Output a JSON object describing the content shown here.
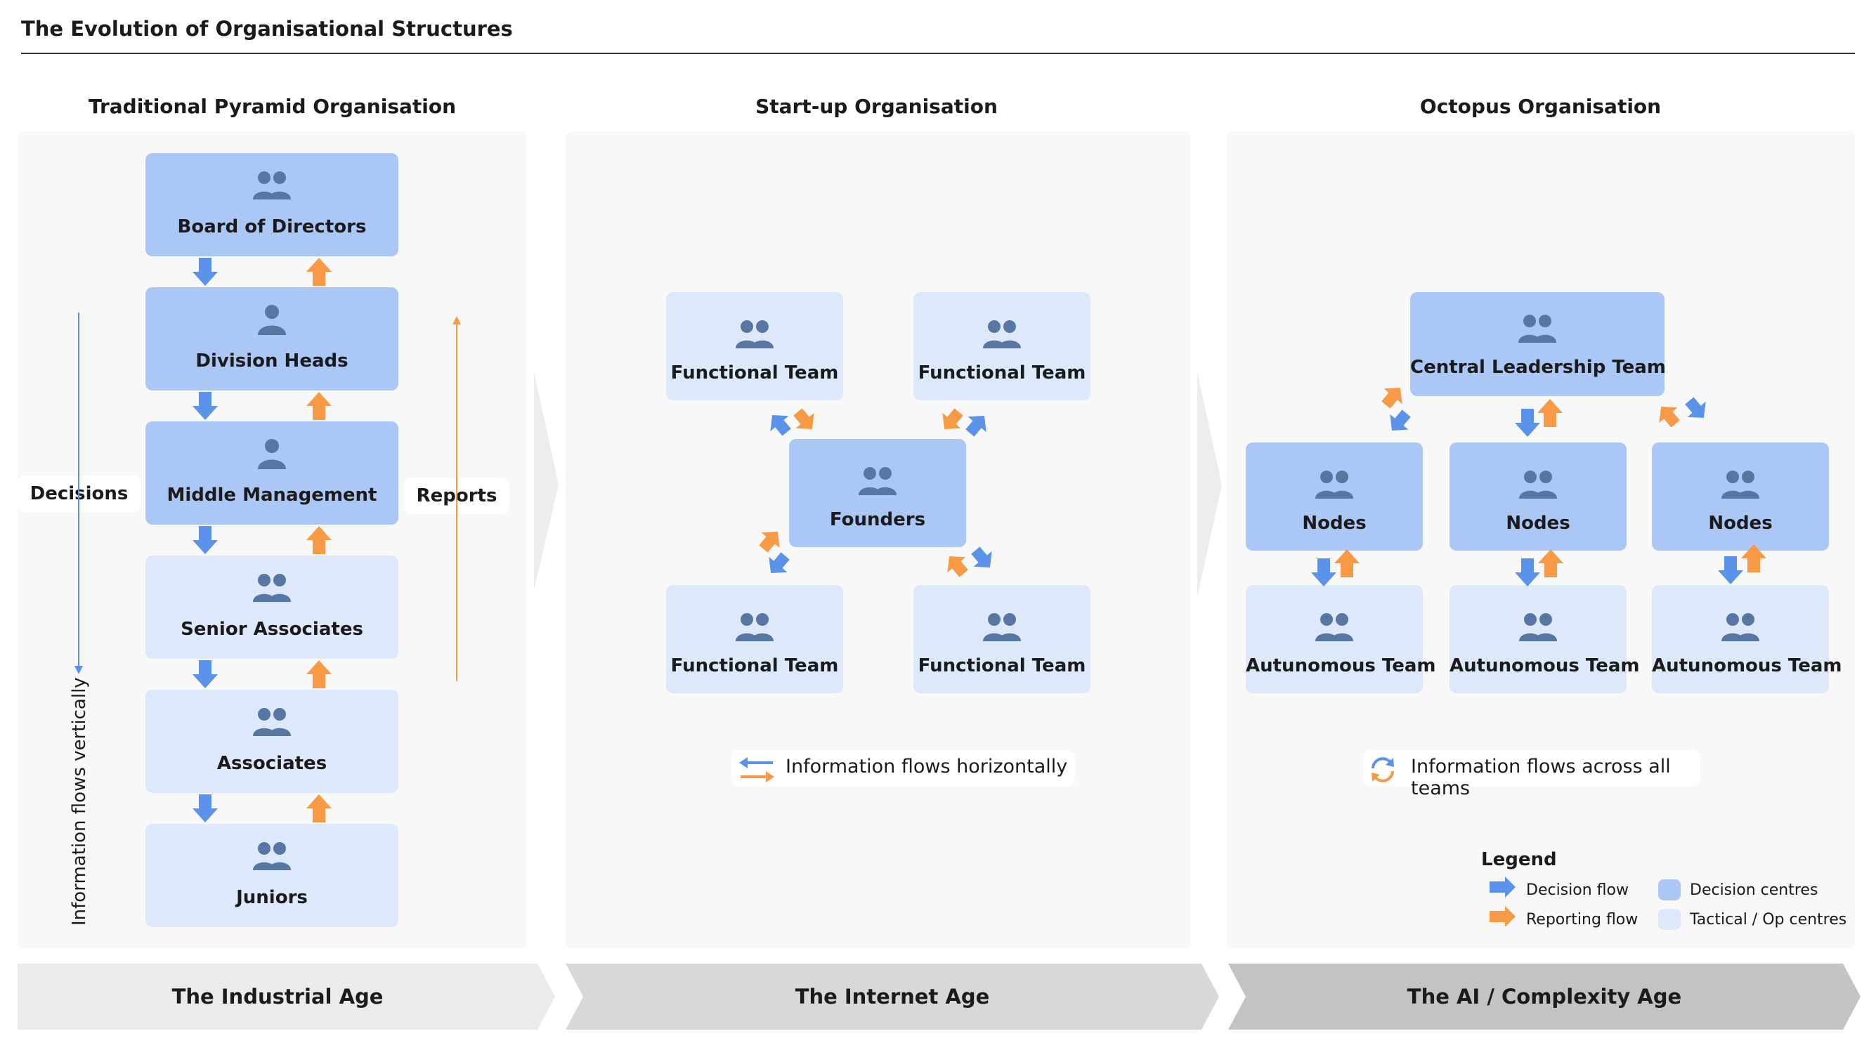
{
  "title": "The Evolution of Organisational Structures",
  "columns": {
    "pyramid": {
      "title": "Traditional Pyramid Organisation",
      "levels": [
        "Board of Directors",
        "Division Heads",
        "Middle Management",
        "Senior Associates",
        "Associates",
        "Juniors"
      ],
      "decisions_label": "Decisions",
      "reports_label": "Reports",
      "vertical_caption": "Information flows vertically"
    },
    "startup": {
      "title": "Start-up Organisation",
      "founders": "Founders",
      "teams": [
        "Functional Team",
        "Functional Team",
        "Functional Team",
        "Functional Team"
      ],
      "caption": "Information flows horizontally"
    },
    "octopus": {
      "title": "Octopus Organisation",
      "leadership": "Central Leadership Team",
      "nodes": [
        "Nodes",
        "Nodes",
        "Nodes"
      ],
      "teams": [
        "Autunomous Team",
        "Autunomous Team",
        "Autunomous Team"
      ],
      "caption": "Information flows across all teams"
    }
  },
  "ages": [
    "The Industrial Age",
    "The Internet Age",
    "The AI / Complexity Age"
  ],
  "legend": {
    "title": "Legend",
    "decision_flow": "Decision flow",
    "reporting_flow": "Reporting flow",
    "decision_centres": "Decision centres",
    "tactical_centres": "Tactical / Op centres"
  },
  "colors": {
    "decision_flow": "#5b93ea",
    "reporting_flow": "#f89a45",
    "decision_centre": "#aac7f6",
    "tactical_centre": "#dde8fb",
    "icon": "#5777a3",
    "age_1": "#ebebeb",
    "age_2": "#d8d8d8",
    "age_3": "#c3c3c3"
  }
}
